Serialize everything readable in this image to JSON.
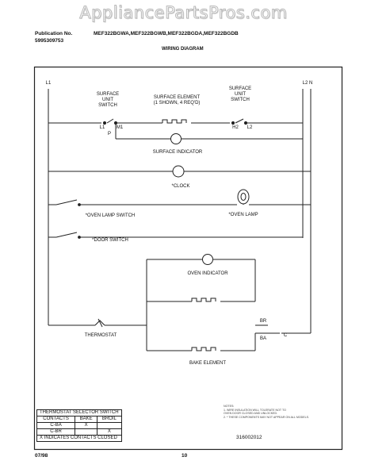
{
  "watermark": "AppliancePartsPros.com",
  "header": {
    "pub_label": "Publication No.",
    "pub_number": "5995309753",
    "models": "MEF322BGWA,MEF322BGWB,MEF322BGDA,MEF322BGDB",
    "diagram_title": "WIRING DIAGRAM"
  },
  "diagram": {
    "l1": "L1",
    "l2n": "L2  N",
    "surface_switch_left": [
      "SURFACE",
      "UNIT",
      "SWITCH"
    ],
    "surface_element": [
      "SURFACE ELEMENT",
      "(1 SHOWN, 4 REQ'D)"
    ],
    "surface_switch_right": [
      "SURFACE",
      "UNIT",
      "SWITCH"
    ],
    "l1_terminal": "L1",
    "m1_terminal": "M1",
    "p_terminal": "P",
    "h2_terminal": "H2",
    "l2_terminal": "L2",
    "surface_indicator": "SURFACE INDICATOR",
    "clock": "*CLOCK",
    "oven_lamp_switch": "*OVEN LAMP SWITCH",
    "oven_lamp": "*OVEN LAMP",
    "door_switch": "*DOOR SWITCH",
    "oven_indicator": "OVEN INDICATOR",
    "br": "BR",
    "ba": "BA",
    "c": "C",
    "thermostat": "THERMOSTAT",
    "bake_element": "BAKE ELEMENT"
  },
  "notes": {
    "label": "NOTES:",
    "lines": [
      "1. WIRE INSULATION WILL TOLERATE NOT TO",
      "OVEN DOOR CLOSED AND UNLOCKED.",
      "2. * THESE COMPONENTS MAY NOT APPEAR ON ALL MODELS."
    ]
  },
  "table": {
    "title": "THERMOSTAT SELECTOR SWITCH",
    "headers": [
      "CONTACTS",
      "BAKE",
      "BROIL"
    ],
    "rows": [
      [
        "C-BA",
        "X",
        ""
      ],
      [
        "C-BR",
        "",
        "X"
      ]
    ],
    "footnote": "X INDICATES CONTACTS CLOSED"
  },
  "footer": {
    "date": "07/98",
    "page": "10",
    "doc_code": "316002012"
  }
}
